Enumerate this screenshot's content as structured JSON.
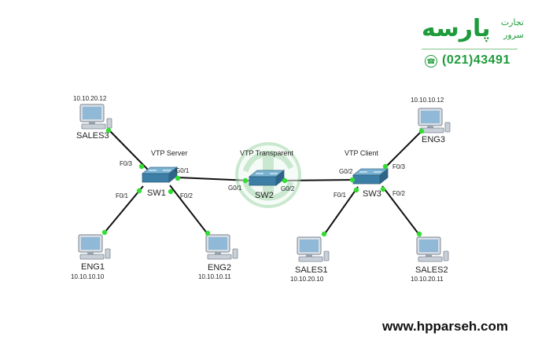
{
  "brand": {
    "logo_text": "پارسه",
    "tagline_line1": "تجارت",
    "tagline_line2": "سرور",
    "phone": "(021)43491",
    "website": "www.hpparseh.com"
  },
  "colors": {
    "link": "#111111",
    "port_dot": "#33dd33",
    "switch_top": "#6fa8c8",
    "switch_side": "#2f6f95",
    "brand_green": "#1e9b3a",
    "watermark": "#9fd7a9"
  },
  "switches": [
    {
      "id": "sw1",
      "name": "SW1",
      "mode": "VTP Server"
    },
    {
      "id": "sw2",
      "name": "SW2",
      "mode": "VTP Transparent"
    },
    {
      "id": "sw3",
      "name": "SW3",
      "mode": "VTP Client"
    }
  ],
  "pcs": [
    {
      "id": "sales3",
      "name": "SALES3",
      "ip": "10.10.20.12"
    },
    {
      "id": "eng1",
      "name": "ENG1",
      "ip": "10.10.10.10"
    },
    {
      "id": "eng2",
      "name": "ENG2",
      "ip": "10.10.10.11"
    },
    {
      "id": "eng3",
      "name": "ENG3",
      "ip": "10.10.10.12"
    },
    {
      "id": "sales1",
      "name": "SALES1",
      "ip": "10.10.20.10"
    },
    {
      "id": "sales2",
      "name": "SALES2",
      "ip": "10.10.20.11"
    }
  ],
  "links": [
    {
      "a": "sw1",
      "b": "sales3",
      "port": "F0/3"
    },
    {
      "a": "sw1",
      "b": "eng1",
      "port": "F0/1"
    },
    {
      "a": "sw1",
      "b": "eng2",
      "port": "F0/2"
    },
    {
      "a": "sw1",
      "b": "sw2",
      "port_a": "G0/1",
      "port_b": "G0/1"
    },
    {
      "a": "sw2",
      "b": "sw3",
      "port_a": "G0/2",
      "port_b": "G0/2"
    },
    {
      "a": "sw3",
      "b": "eng3",
      "port": "F0/3"
    },
    {
      "a": "sw3",
      "b": "sales1",
      "port": "F0/1"
    },
    {
      "a": "sw3",
      "b": "sales2",
      "port": "F0/2"
    }
  ]
}
